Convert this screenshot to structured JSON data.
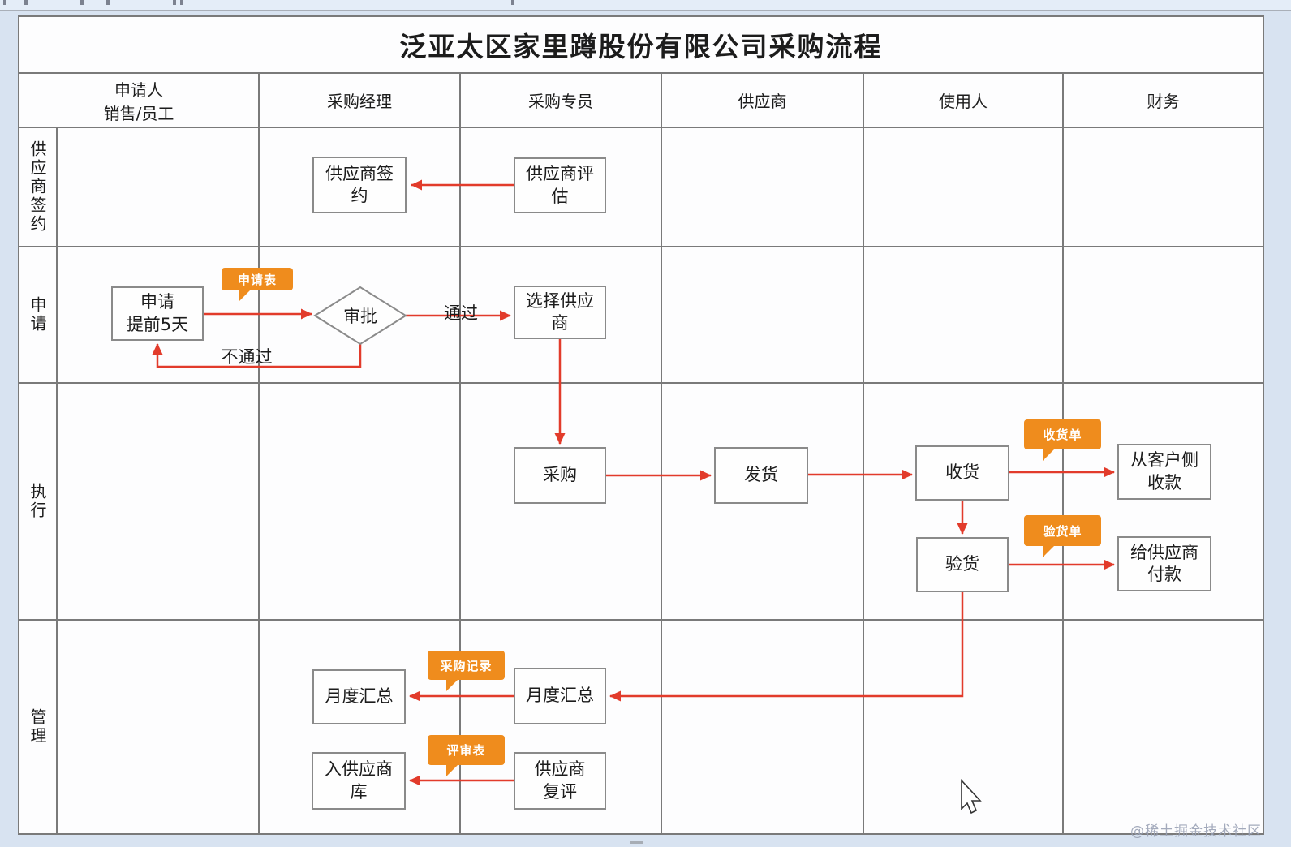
{
  "chrome": {
    "watermark": "@稀土掘金技术社区"
  },
  "diagram": {
    "title": "泛亚太区家里蹲股份有限公司采购流程",
    "columns": {
      "c1": "申请人\n销售/员工",
      "c2": "采购经理",
      "c3": "采购专员",
      "c4": "供应商",
      "c5": "使用人",
      "c6": "财务"
    },
    "lanes": {
      "l1": "供应商签约",
      "l2": "申请",
      "l3": "执行",
      "l4": "管理"
    },
    "nodes": {
      "supplier_sign": "供应商签\n约",
      "supplier_eval": "供应商评\n估",
      "apply": "申请\n提前5天",
      "approve": "审批",
      "select_supplier": "选择供应\n商",
      "purchase": "采购",
      "ship": "发货",
      "receive": "收货",
      "collect_from_customer": "从客户侧\n收款",
      "inspect": "验货",
      "pay_supplier": "给供应商\n付款",
      "monthly_summary_mgr": "月度汇总",
      "monthly_summary_spec": "月度汇总",
      "into_supplier_db": "入供应商\n库",
      "supplier_review": "供应商\n复评"
    },
    "callouts": {
      "application_form": "申请表",
      "receipt_note": "收货单",
      "inspection_note": "验货单",
      "purchase_record": "采购记录",
      "review_form": "评审表"
    },
    "edge_labels": {
      "pass": "通过",
      "fail": "不通过"
    },
    "colors": {
      "arrow_red": "#e23b2b",
      "callout_orange": "#ef8c1d",
      "grid_gray": "#7a7a7a"
    }
  }
}
